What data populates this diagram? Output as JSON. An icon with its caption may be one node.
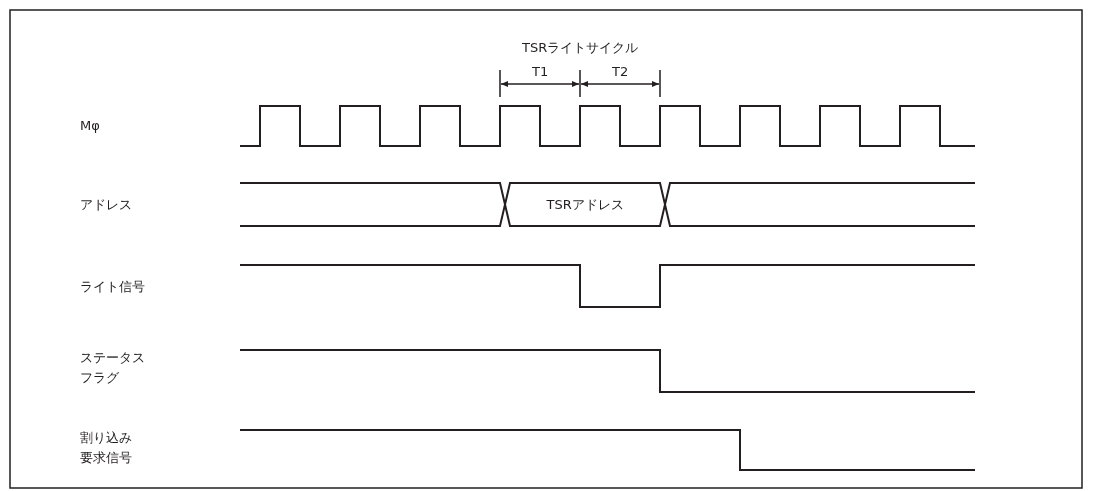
{
  "diagram": {
    "labels": [
      "TSRライトサイクル",
      "T1",
      "T2",
      "Mφ",
      "アドレス",
      "TSRアドレス",
      "ライト信号",
      "ステータスフラグ",
      "割り込み要求信号"
    ]
  }
}
